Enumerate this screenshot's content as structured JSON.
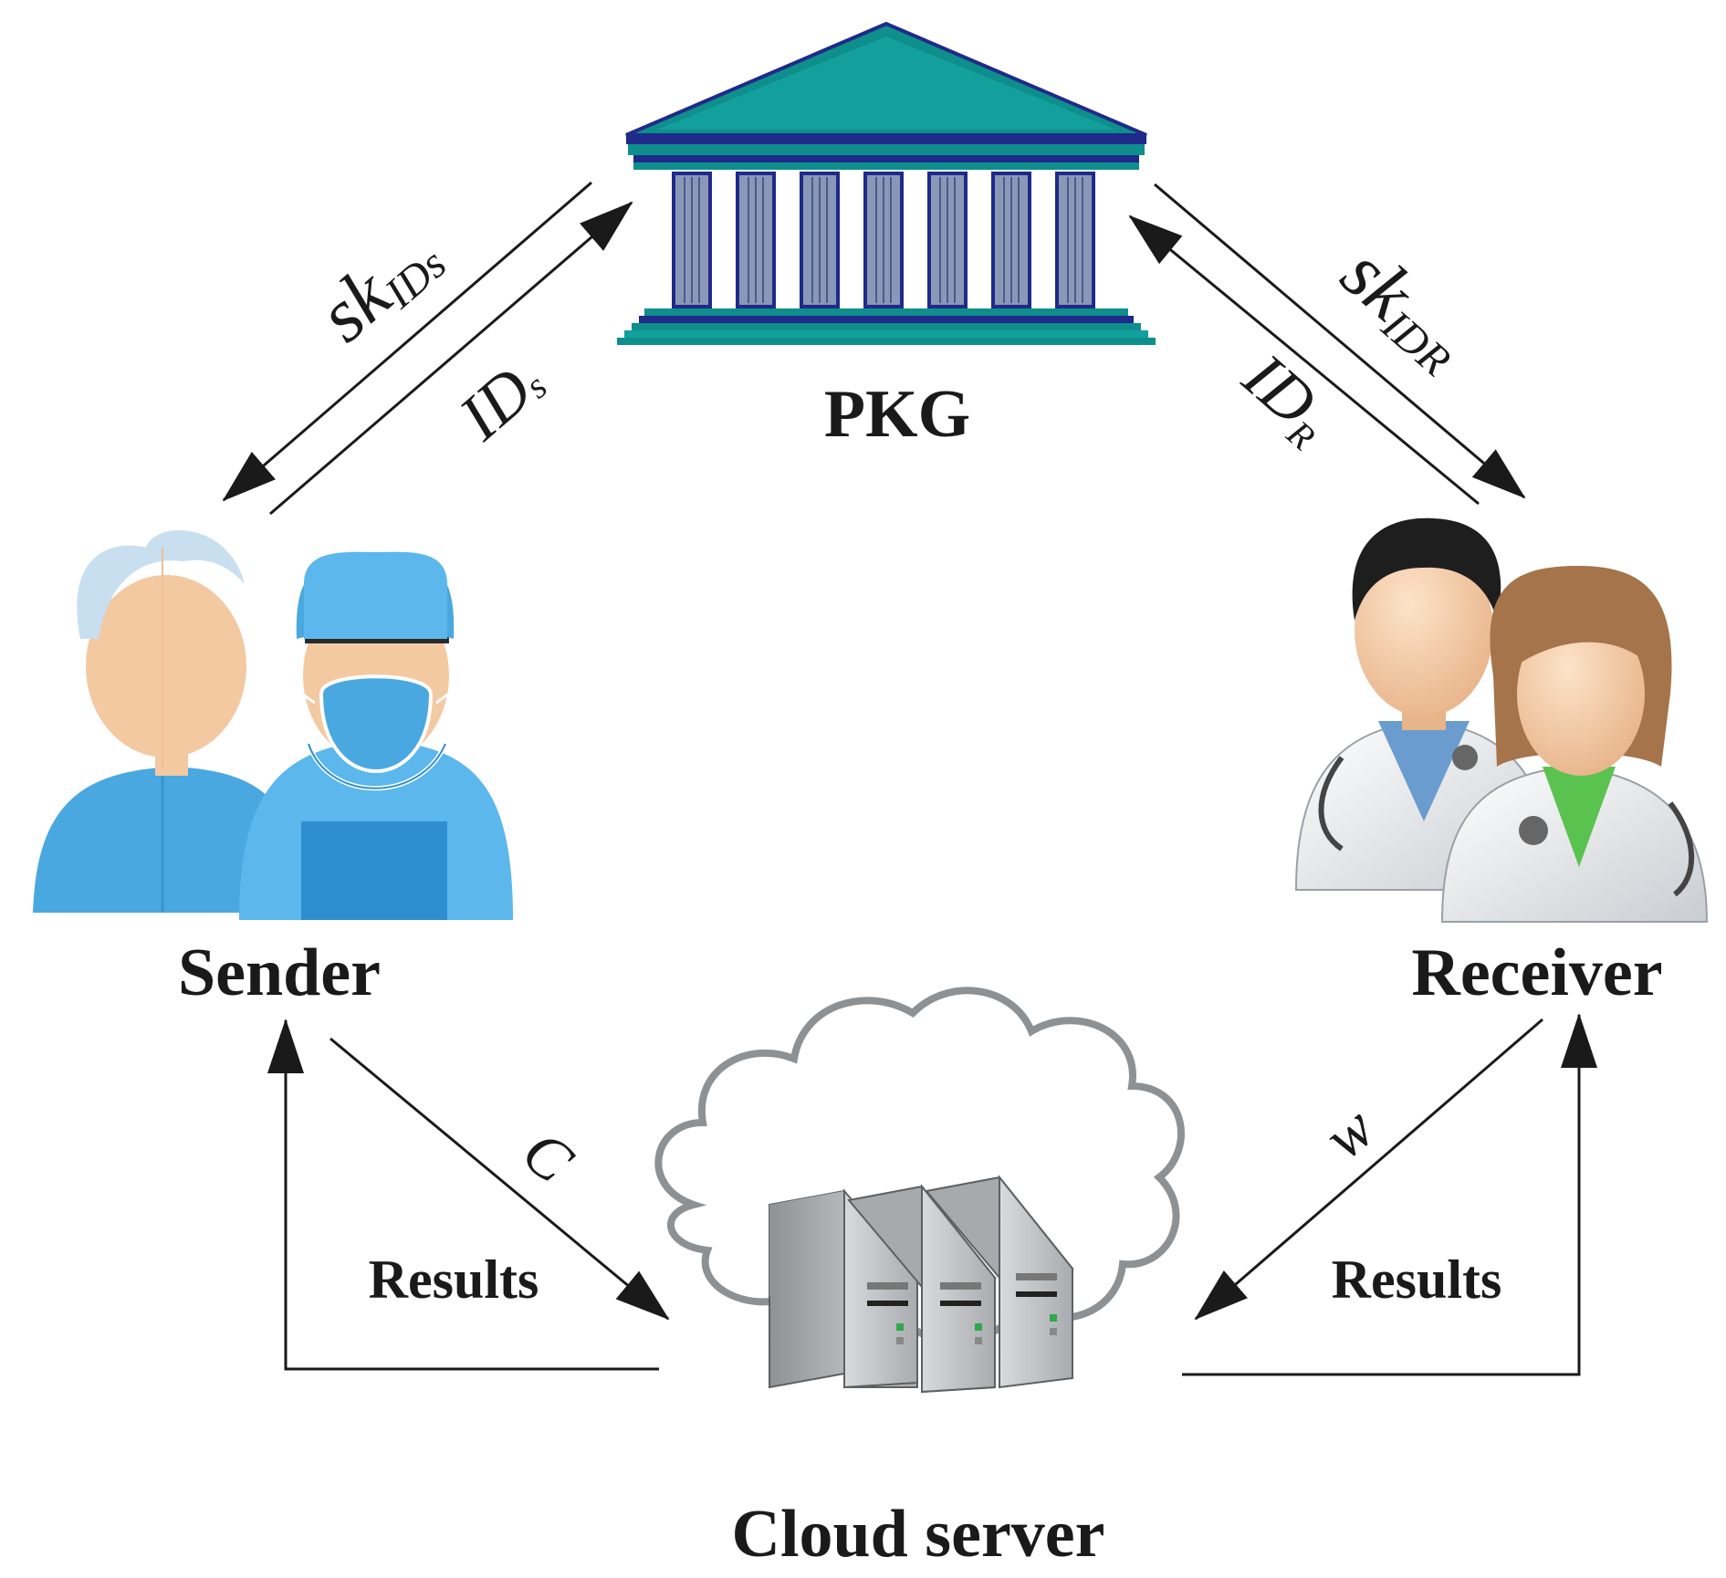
{
  "nodes": {
    "pkg": {
      "label": "PKG"
    },
    "sender": {
      "label": "Sender"
    },
    "receiver": {
      "label": "Receiver"
    },
    "cloud": {
      "label": "Cloud server"
    }
  },
  "edges": {
    "sk_sender": {
      "main": "sk",
      "sub": "IDs"
    },
    "id_sender": {
      "main": "ID",
      "sub": "s"
    },
    "sk_receiver": {
      "main": "sk",
      "sub": "IDR"
    },
    "id_receiver": {
      "main": "ID",
      "sub": "R"
    },
    "ciphertext": {
      "label": "C"
    },
    "trapdoor": {
      "label": "w"
    },
    "results_sender": {
      "label": "Results"
    },
    "results_receiver": {
      "label": "Results"
    }
  },
  "colors": {
    "pkg_teal": "#0e8f8c",
    "pkg_navy": "#1f2a8a",
    "pkg_column": "#8a98b8",
    "sender_blue": "#4aa8e0",
    "skin": "#f3c9a2",
    "coat": "#e9ecef",
    "server_gray": "#b9bcbf"
  },
  "icons": [
    "pkg-building-icon",
    "sender-people-icon",
    "receiver-doctors-icon",
    "cloud-server-icon"
  ]
}
